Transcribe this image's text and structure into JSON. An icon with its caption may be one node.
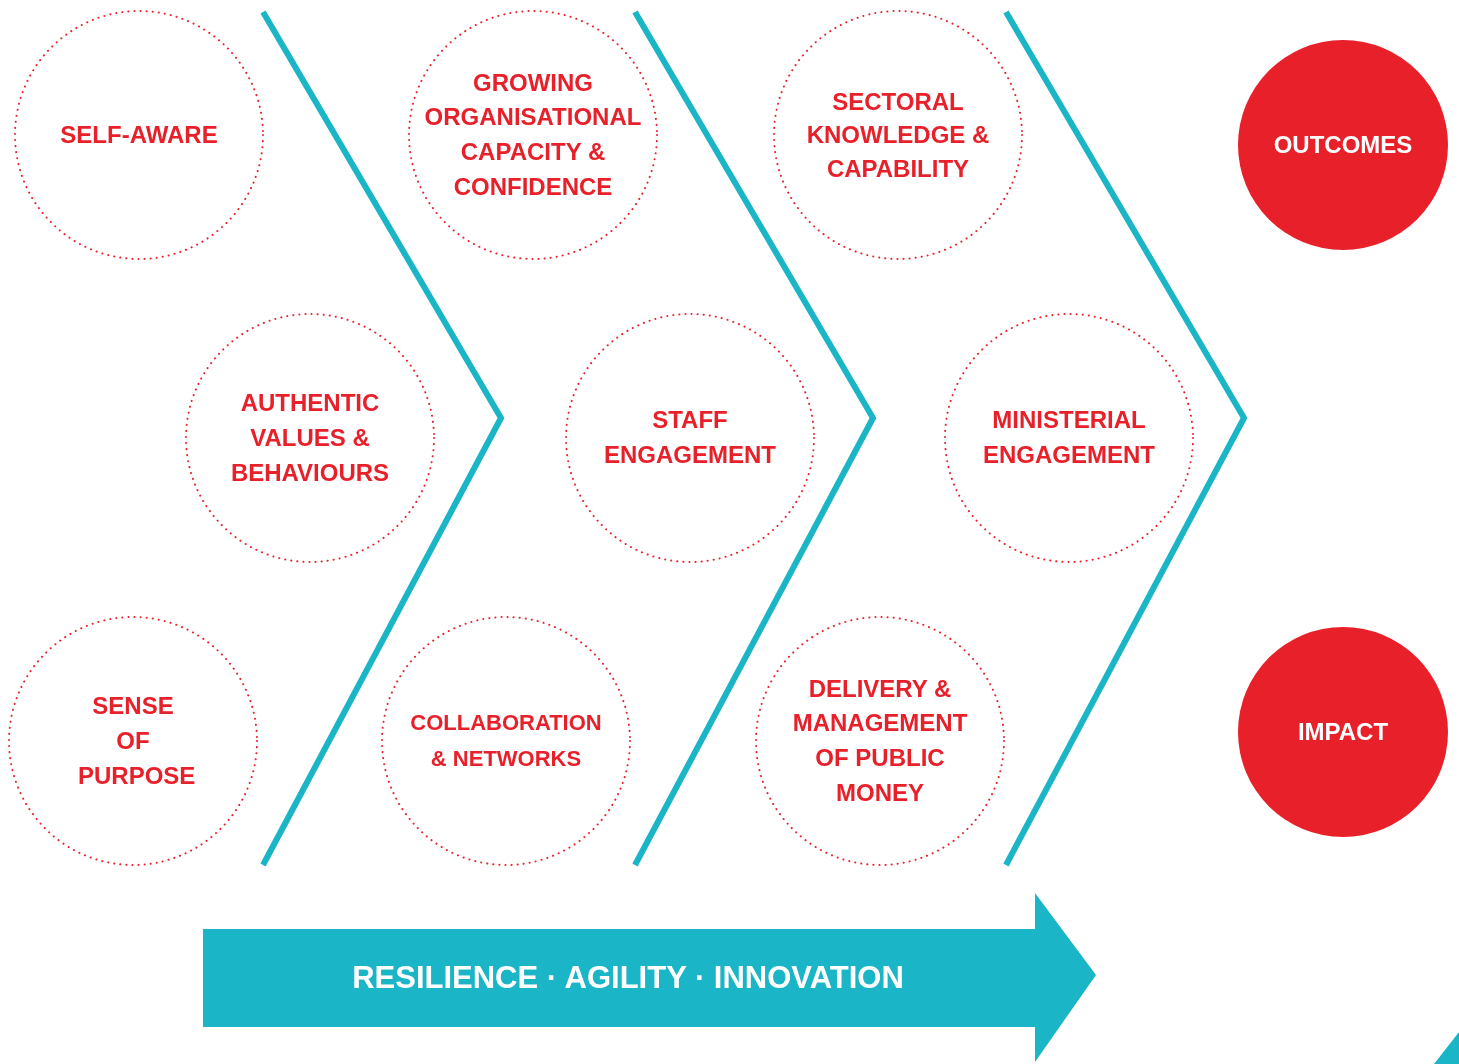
{
  "diagram": {
    "nodes": [
      {
        "text": [
          "SELF-AWARE"
        ]
      },
      {
        "text": [
          "GROWING ORGANISATIONAL CAPACITY & CONFIDENCE"
        ]
      },
      {
        "text": [
          "SECTORAL KNOWLEDGE & CAPABILITY"
        ]
      },
      {
        "text": [
          "OUTCOMES"
        ]
      },
      {
        "text": [
          "AUTHENTIC VALUES & BEHAVIOURS"
        ]
      },
      {
        "text": [
          "STAFF ENGAGEMENT"
        ]
      },
      {
        "text": [
          "MINISTERIAL ENGAGEMENT"
        ]
      },
      {
        "text": [
          "SENSE OF PURPOSE"
        ]
      },
      {
        "text": [
          "COLLABORATION & NETWORKS"
        ]
      },
      {
        "text": [
          "DELIVERY & MANAGEMENT OF PUBLIC MONEY"
        ]
      },
      {
        "text": [
          "IMPACT"
        ]
      },
      {
        "text": [
          "RESILIENCE · AGILITY · INNOVATION"
        ]
      }
    ]
  }
}
